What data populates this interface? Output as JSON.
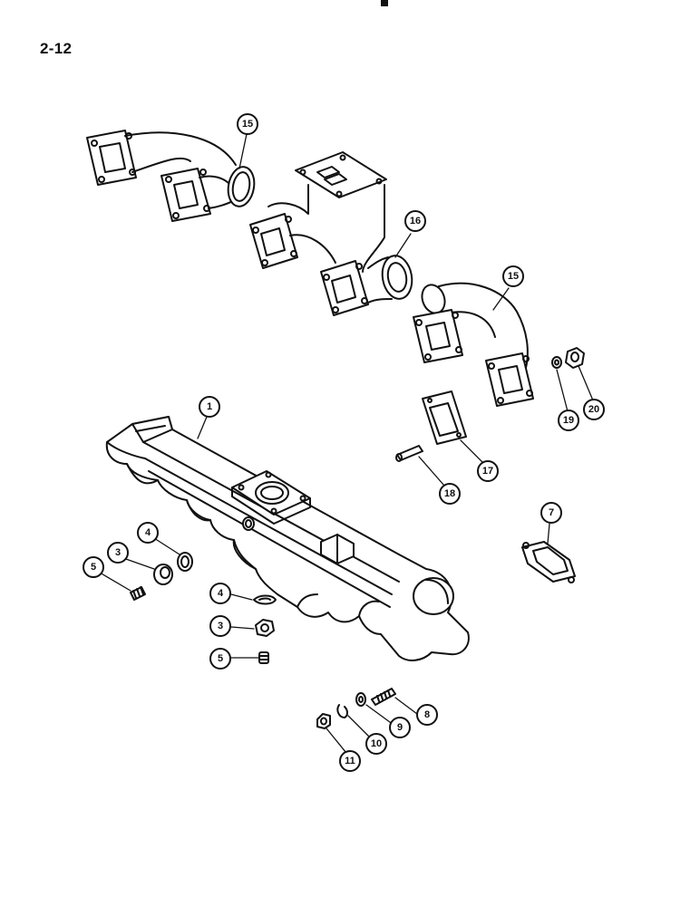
{
  "page": {
    "number": "2-12"
  },
  "callouts": [
    {
      "id": "c15a",
      "label": "15",
      "part": "exhaust manifold elbow (left)"
    },
    {
      "id": "c16",
      "label": "16",
      "part": "exhaust manifold center section"
    },
    {
      "id": "c15b",
      "label": "15",
      "part": "exhaust manifold elbow (right)"
    },
    {
      "id": "c20",
      "label": "20",
      "part": "nut"
    },
    {
      "id": "c19",
      "label": "19",
      "part": "lock washer"
    },
    {
      "id": "c1",
      "label": "1",
      "part": "intake manifold"
    },
    {
      "id": "c17",
      "label": "17",
      "part": "gasket"
    },
    {
      "id": "c18",
      "label": "18",
      "part": "stud"
    },
    {
      "id": "c7",
      "label": "7",
      "part": "gasket"
    },
    {
      "id": "c4a",
      "label": "4",
      "part": "sealing ring"
    },
    {
      "id": "c3a",
      "label": "3",
      "part": "plug"
    },
    {
      "id": "c5a",
      "label": "5",
      "part": "plug"
    },
    {
      "id": "c4b",
      "label": "4",
      "part": "sealing ring"
    },
    {
      "id": "c3b",
      "label": "3",
      "part": "plug"
    },
    {
      "id": "c5b",
      "label": "5",
      "part": "plug"
    },
    {
      "id": "c8",
      "label": "8",
      "part": "stud"
    },
    {
      "id": "c9",
      "label": "9",
      "part": "washer"
    },
    {
      "id": "c10",
      "label": "10",
      "part": "lock washer"
    },
    {
      "id": "c11",
      "label": "11",
      "part": "nut"
    }
  ]
}
